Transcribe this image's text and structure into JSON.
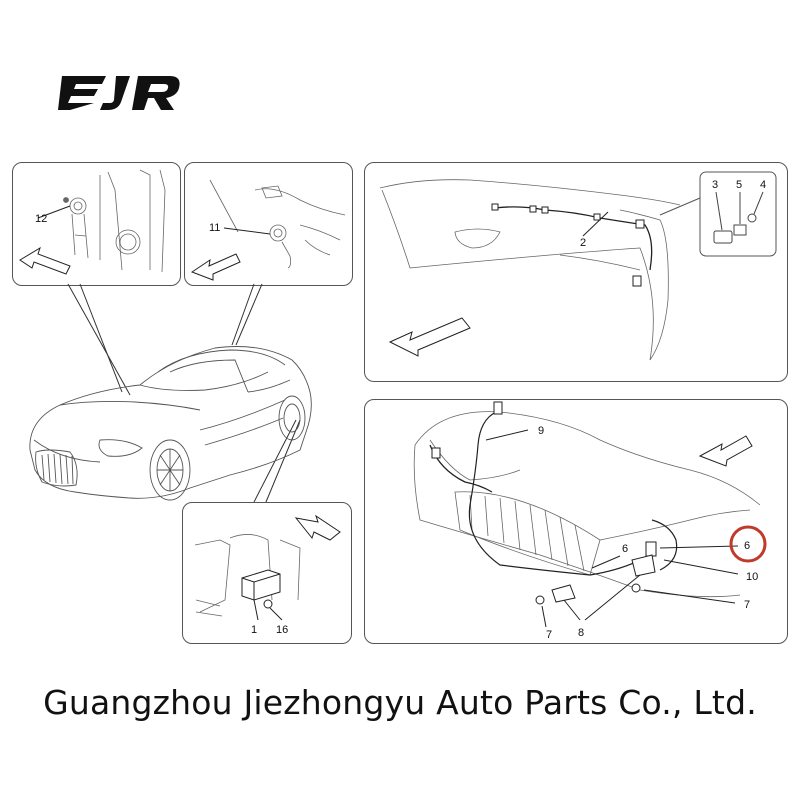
{
  "logo": {
    "text": "EJR"
  },
  "company_name": "Guangzhou Jiezhongyu Auto Parts Co., Ltd.",
  "callouts": {
    "c1": "1",
    "c2": "2",
    "c3": "3",
    "c4": "4",
    "c5": "5",
    "c6a": "6",
    "c6b": "6",
    "c7a": "7",
    "c7b": "7",
    "c8": "8",
    "c9": "9",
    "c10": "10",
    "c11": "11",
    "c12": "12",
    "c16": "16"
  },
  "highlight_color": "#c0392b"
}
